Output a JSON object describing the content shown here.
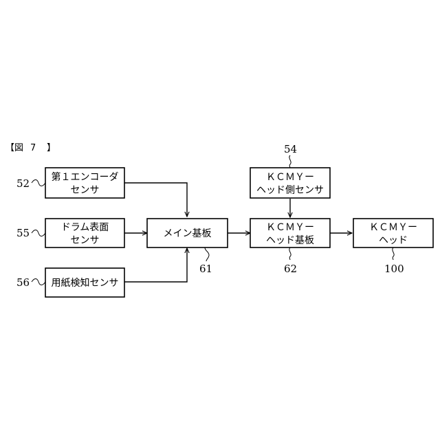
{
  "figure": {
    "label_open": "【図",
    "label_number": "7",
    "label_close": "】"
  },
  "blocks": {
    "encoder_sensor": {
      "ref": "52",
      "lines": [
        "第１エンコーダ",
        "センサ"
      ]
    },
    "drum_sensor": {
      "ref": "55",
      "lines": [
        "ドラム表面",
        "センサ"
      ]
    },
    "paper_sensor": {
      "ref": "56",
      "lines": [
        "用紙検知センサ"
      ]
    },
    "main_board": {
      "ref": "61",
      "lines": [
        "メイン基板"
      ]
    },
    "head_side_sensor": {
      "ref": "54",
      "lines": [
        "ＫＣＭＹー",
        "ヘッド側センサ"
      ]
    },
    "head_board": {
      "ref": "62",
      "lines": [
        "ＫＣＭＹー",
        "ヘッド基板"
      ]
    },
    "head": {
      "ref": "100",
      "lines": [
        "ＫＣＭＹー",
        "ヘッド"
      ]
    }
  },
  "colors": {
    "stroke": "#000000",
    "background": "#ffffff"
  }
}
